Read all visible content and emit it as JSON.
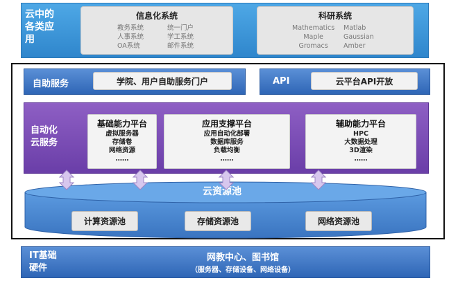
{
  "top": {
    "title": "云中的\n各类应\n用",
    "info": {
      "title": "信息化系统",
      "items": [
        "教务系统",
        "统一门户",
        "人事系统",
        "学工系统",
        "OA系统",
        "邮件系统"
      ]
    },
    "research": {
      "title": "科研系统",
      "items": [
        "Mathematics",
        "Matlab",
        "Maple",
        "Gaussian",
        "Gromacs",
        "Amber"
      ]
    }
  },
  "self_service": {
    "label": "自助服务",
    "portal": "学院、用户自助服务门户",
    "api_label": "API",
    "api_open": "云平台API开放"
  },
  "auto": {
    "title": "自动化\n云服务",
    "basic": {
      "title": "基础能力平台",
      "items": [
        "虚拟服务器",
        "存储卷",
        "网络资源",
        "……"
      ]
    },
    "app": {
      "title": "应用支撑平台",
      "items": [
        "应用自动化部署",
        "数据库服务",
        "负载均衡",
        "……"
      ]
    },
    "aux": {
      "title": "辅助能力平台",
      "items": [
        "HPC",
        "大数据处理",
        "3D渲染",
        "……"
      ]
    }
  },
  "pool": {
    "title": "云资源池",
    "compute": "计算资源池",
    "storage": "存储资源池",
    "network": "网络资源池"
  },
  "infra": {
    "title": "IT基础\n硬件",
    "main": "网教中心、图书馆",
    "sub": "（服务器、存储设备、网络设备）"
  },
  "colors": {
    "top_band": "#3d98dc",
    "blue_bar": "#3f72c0",
    "purple_band": "#7a4cb6",
    "cylinder": "#4f8fd6",
    "arrow": "#d7c7ee"
  }
}
